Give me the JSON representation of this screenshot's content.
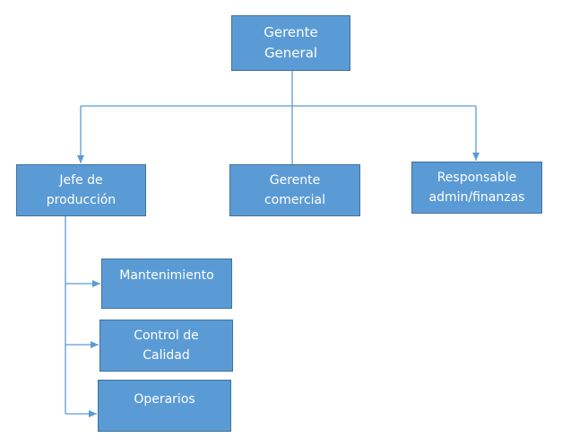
{
  "diagram": {
    "nodes": {
      "gerente_general": {
        "lines": [
          "Gerente",
          "General"
        ]
      },
      "jefe_produccion": {
        "lines": [
          "Jefe de",
          "producción"
        ]
      },
      "gerente_comercial": {
        "lines": [
          "Gerente",
          "comercial"
        ]
      },
      "responsable_finanzas": {
        "lines": [
          "Responsable",
          "admin/finanzas"
        ]
      },
      "mantenimiento": {
        "lines": [
          "Mantenimiento"
        ]
      },
      "control_calidad": {
        "lines": [
          "Control de",
          "Calidad"
        ]
      },
      "operarios": {
        "lines": [
          "Operarios"
        ]
      }
    },
    "edges": [
      {
        "from": "gerente_general",
        "to": "jefe_produccion"
      },
      {
        "from": "gerente_general",
        "to": "gerente_comercial"
      },
      {
        "from": "gerente_general",
        "to": "responsable_finanzas"
      },
      {
        "from": "jefe_produccion",
        "to": "mantenimiento"
      },
      {
        "from": "jefe_produccion",
        "to": "control_calidad"
      },
      {
        "from": "jefe_produccion",
        "to": "operarios"
      }
    ],
    "colors": {
      "node_fill": "#5b9bd5",
      "node_border": "#41719c",
      "node_text": "#ffffff",
      "connector": "#5b9bd5"
    }
  }
}
